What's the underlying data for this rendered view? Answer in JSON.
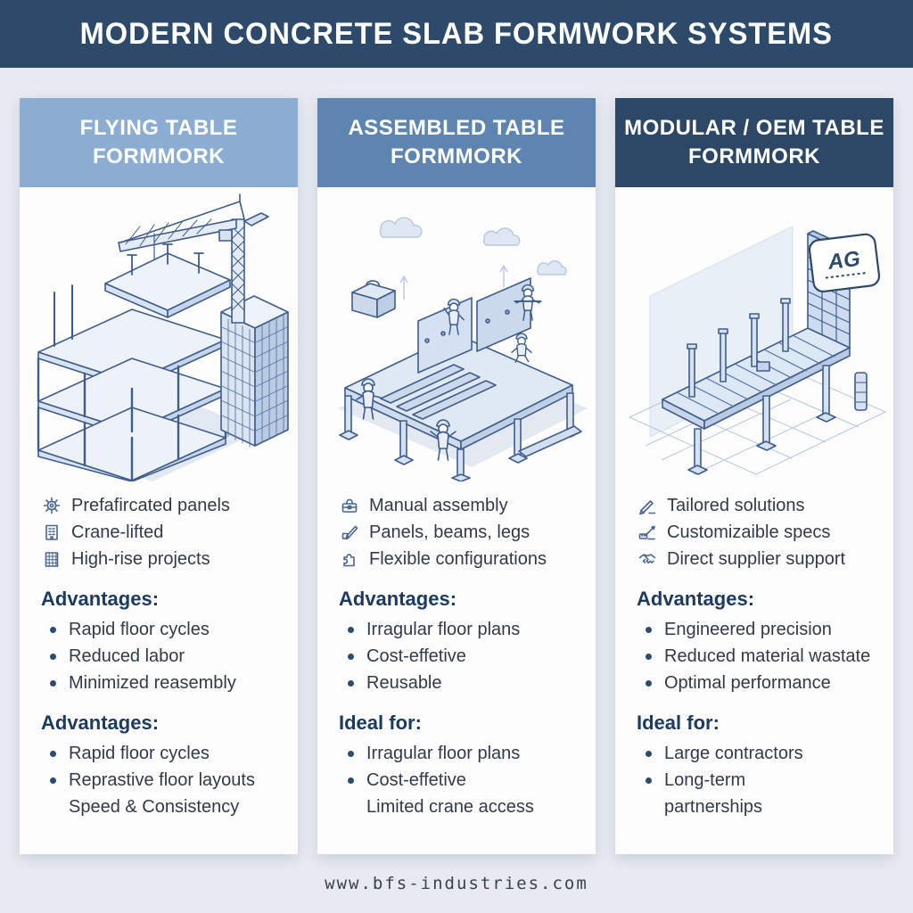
{
  "banner": {
    "title": "MODERN CONCRETE SLAB FORMWORK SYSTEMS"
  },
  "footer": {
    "url": "www.bfs-industries.com"
  },
  "colors": {
    "banner_bg": "#2e4a6a",
    "header1_bg": "#8cadd2",
    "header2_bg": "#5d85af",
    "header3_bg": "#2d4866",
    "page_bg": "#e8eaf1",
    "card_bg": "#fdfdfe",
    "heading_text": "#1d3a60",
    "body_text": "#323a48"
  },
  "columns": [
    {
      "id": "flying-table",
      "header_line1": "FLYING TABLE",
      "header_line2": "FORMMORK",
      "illustration_alt": "tower crane lifting a flying table formwork beside a high-rise building frame",
      "features": [
        {
          "icon": "gear-icon",
          "label": "Prefafircated panels"
        },
        {
          "icon": "building-icon",
          "label": "Crane-lifted"
        },
        {
          "icon": "highrise-icon",
          "label": "High-rise projects"
        }
      ],
      "sections": [
        {
          "heading": "Advantages:",
          "items": [
            "Rapid floor cycles",
            "Reduced labor",
            "Minimized reasembly"
          ]
        },
        {
          "heading": "Advantages:",
          "items": [
            "Rapid floor cycles",
            "Reprastive floor layouts"
          ],
          "continuation": "Speed & Consistency"
        }
      ]
    },
    {
      "id": "assembled-table",
      "header_line1": "ASSEMBLED TABLE",
      "header_line2": "FORMMORK",
      "illustration_alt": "workers manually assembling table formwork panels, beams and legs on site",
      "features": [
        {
          "icon": "toolbox-icon",
          "label": "Manual assembly"
        },
        {
          "icon": "tools-icon",
          "label": "Panels, beams, legs"
        },
        {
          "icon": "puzzle-icon",
          "label": "Flexible configurations"
        }
      ],
      "sections": [
        {
          "heading": "Advantages:",
          "items": [
            "Irragular floor plans",
            "Cost-effetive",
            "Reusable"
          ]
        },
        {
          "heading": "Ideal for:",
          "items": [
            "Irragular floor plans",
            "Cost-effetive"
          ],
          "continuation": "Limited crane access"
        }
      ]
    },
    {
      "id": "modular-oem-table",
      "header_line1": "MODULAR / OEM TABLE",
      "header_line2": "FORMMORK",
      "illustration_alt": "modular OEM table formwork on blueprint grid with supplier logo badge",
      "badge_text": "AG",
      "features": [
        {
          "icon": "pencil-ruler-icon",
          "label": "Tailored solutions"
        },
        {
          "icon": "custom-specs-icon",
          "label": "Customizaible specs"
        },
        {
          "icon": "handshake-icon",
          "label": "Direct supplier support"
        }
      ],
      "sections": [
        {
          "heading": "Advantages:",
          "items": [
            "Engineered precision",
            "Reduced material wastate",
            "Optimal performance"
          ]
        },
        {
          "heading": "Ideal for:",
          "items": [
            "Large contractors",
            "Long-term"
          ],
          "continuation": "partnerships"
        }
      ]
    }
  ]
}
